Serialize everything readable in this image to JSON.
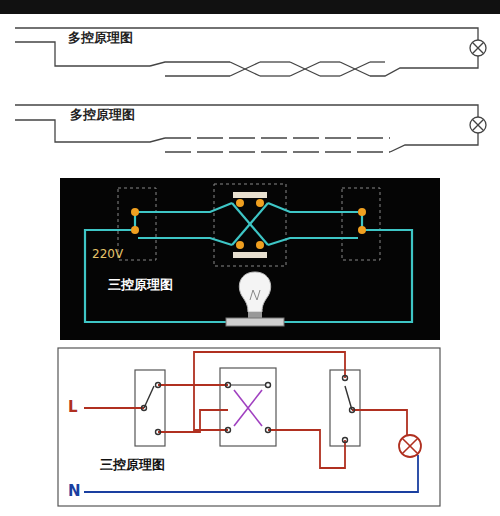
{
  "diagram": {
    "labels": [
      "多控原理图",
      "多控原理图",
      "220V",
      "三控原理图",
      "L",
      "三控原理图",
      "N"
    ]
  }
}
